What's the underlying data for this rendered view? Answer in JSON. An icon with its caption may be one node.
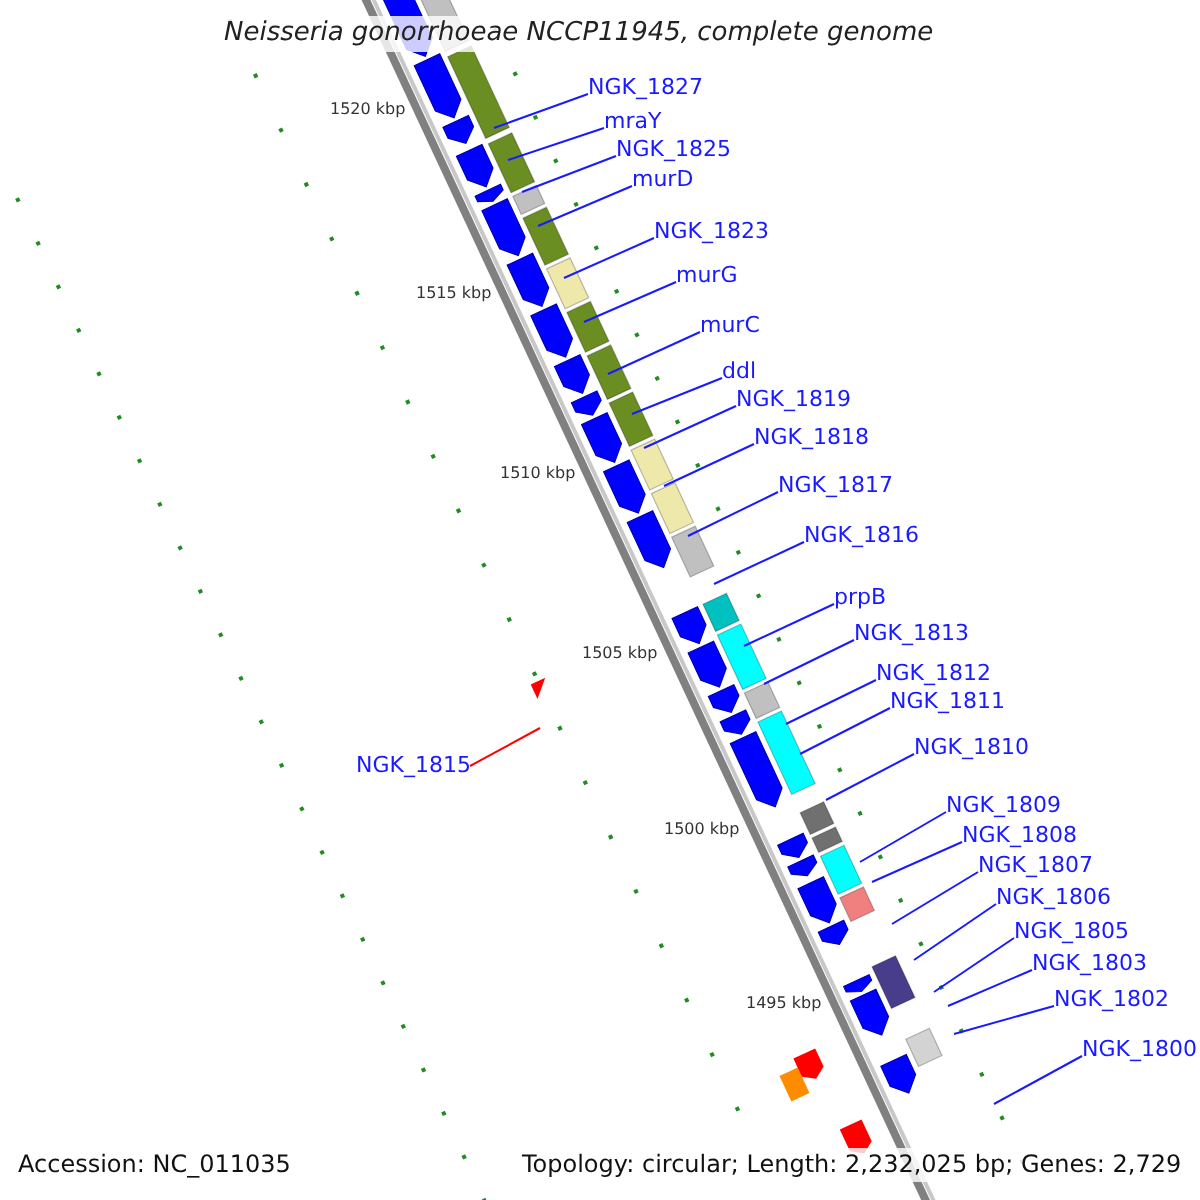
{
  "diagram": {
    "title": "Neisseria gonorrhoeae NCCP11945, complete genome",
    "nodes": [
      {
        "text": [
          "NGK_1827"
        ]
      },
      {
        "text": [
          "mraY"
        ]
      },
      {
        "text": [
          "NGK_1825"
        ]
      },
      {
        "text": [
          "murD"
        ]
      },
      {
        "text": [
          "NGK_1823"
        ]
      },
      {
        "text": [
          "murG"
        ]
      },
      {
        "text": [
          "murC"
        ]
      },
      {
        "text": [
          "ddl"
        ]
      },
      {
        "text": [
          "NGK_1819"
        ]
      },
      {
        "text": [
          "NGK_1818"
        ]
      },
      {
        "text": [
          "NGK_1817"
        ]
      },
      {
        "text": [
          "NGK_1816"
        ]
      },
      {
        "text": [
          "prpB"
        ]
      },
      {
        "text": [
          "NGK_1813"
        ]
      },
      {
        "text": [
          "NGK_1812"
        ]
      },
      {
        "text": [
          "NGK_1811"
        ]
      },
      {
        "text": [
          "NGK_1810"
        ]
      },
      {
        "text": [
          "NGK_1815"
        ]
      },
      {
        "text": [
          "NGK_1809"
        ]
      },
      {
        "text": [
          "NGK_1808"
        ]
      },
      {
        "text": [
          "NGK_1807"
        ]
      },
      {
        "text": [
          "NGK_1806"
        ]
      },
      {
        "text": [
          "NGK_1805"
        ]
      },
      {
        "text": [
          "NGK_1803"
        ]
      },
      {
        "text": [
          "NGK_1802"
        ]
      },
      {
        "text": [
          "NGK_1800"
        ]
      }
    ],
    "edges": [
      {
        "from": 0,
        "to": null,
        "arrow": "none"
      },
      {
        "from": 1,
        "to": null,
        "arrow": "none"
      },
      {
        "from": 2,
        "to": null,
        "arrow": "none"
      },
      {
        "from": 3,
        "to": null,
        "arrow": "none"
      },
      {
        "from": 4,
        "to": null,
        "arrow": "none"
      },
      {
        "from": 5,
        "to": null,
        "arrow": "none"
      },
      {
        "from": 6,
        "to": null,
        "arrow": "none"
      },
      {
        "from": 7,
        "to": null,
        "arrow": "none"
      },
      {
        "from": 8,
        "to": null,
        "arrow": "none"
      },
      {
        "from": 9,
        "to": null,
        "arrow": "none"
      },
      {
        "from": 10,
        "to": null,
        "arrow": "none"
      },
      {
        "from": 11,
        "to": null,
        "arrow": "none"
      },
      {
        "from": 12,
        "to": null,
        "arrow": "none"
      },
      {
        "from": 13,
        "to": null,
        "arrow": "none"
      },
      {
        "from": 14,
        "to": null,
        "arrow": "none"
      },
      {
        "from": 15,
        "to": null,
        "arrow": "none"
      },
      {
        "from": 16,
        "to": null,
        "arrow": "none"
      },
      {
        "from": 17,
        "to": null,
        "arrow": "none",
        "color": "#ff0000"
      },
      {
        "from": 18,
        "to": null,
        "arrow": "none"
      },
      {
        "from": 19,
        "to": null,
        "arrow": "none"
      },
      {
        "from": 20,
        "to": null,
        "arrow": "none"
      },
      {
        "from": 21,
        "to": null,
        "arrow": "none"
      },
      {
        "from": 22,
        "to": null,
        "arrow": "none"
      },
      {
        "from": 23,
        "to": null,
        "arrow": "none"
      },
      {
        "from": 24,
        "to": null,
        "arrow": "none"
      },
      {
        "from": 25,
        "to": null,
        "arrow": "none"
      }
    ],
    "labels": [
      "1520 kbp",
      "1515 kbp",
      "1510 kbp",
      "1505 kbp",
      "1500 kbp",
      "1495 kbp",
      "Accession: NC_011035",
      "Topology: circular; Length: 2,232,025 bp; Genes: 2,729"
    ]
  }
}
